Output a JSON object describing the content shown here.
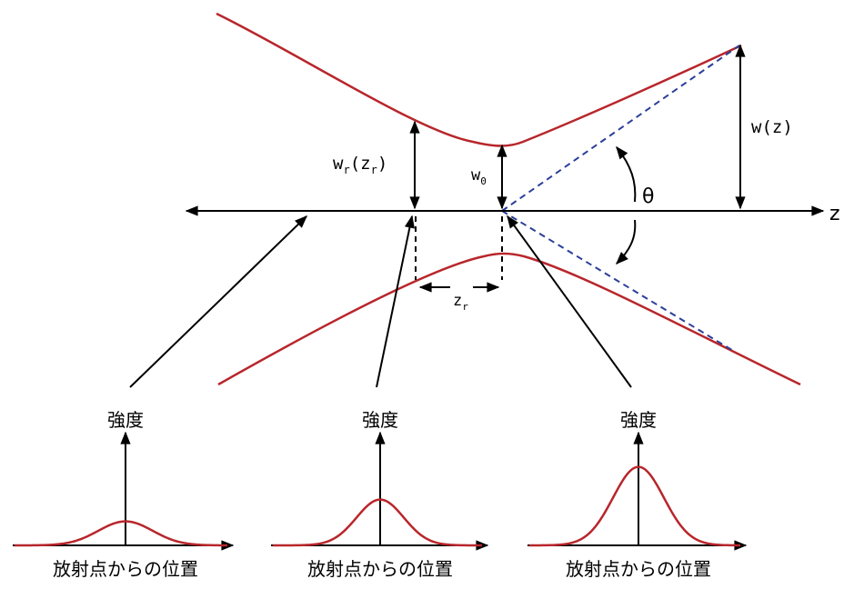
{
  "labels": {
    "axis_z": "z",
    "waist": "w",
    "waist_sub": "0",
    "width_at_zr": "w",
    "width_at_zr_sub": "r",
    "width_at_zr_arg_open": "(z",
    "width_at_zr_arg_sub": "r",
    "width_at_zr_arg_close": ")",
    "width_at_z": "w(z)",
    "angle": "θ",
    "rayleigh": "z",
    "rayleigh_sub": "r"
  },
  "profiles": [
    {
      "y_label": "強度",
      "x_label": "放射点からの位置",
      "peak": 0.22
    },
    {
      "y_label": "強度",
      "x_label": "放射点からの位置",
      "peak": 0.42
    },
    {
      "y_label": "強度",
      "x_label": "放射点からの位置",
      "peak": 0.72
    }
  ],
  "colors": {
    "beam": "#b8262b",
    "asymptote": "#2b3f99",
    "ink": "#000000"
  }
}
